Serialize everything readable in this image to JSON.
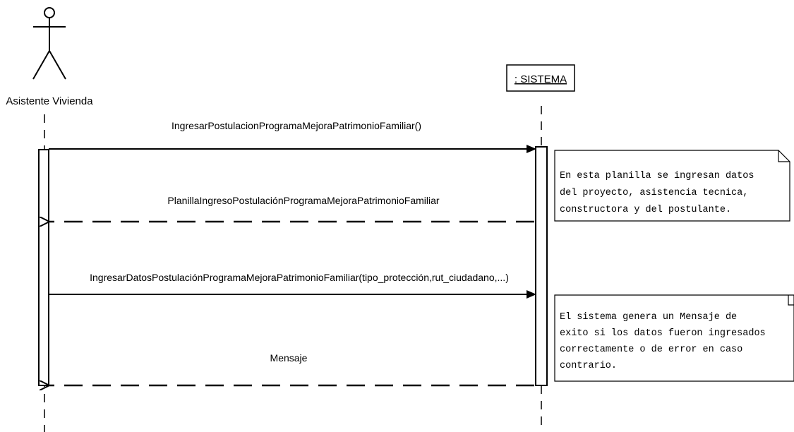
{
  "actor": {
    "name": "Asistente Vivienda",
    "icon": "stick-figure-icon"
  },
  "object": {
    "name": ": SISTEMA"
  },
  "messages": [
    {
      "label": "IngresarPostulacionProgramaMejoraPatrimonioFamiliar()",
      "kind": "synchronous-call",
      "direction": "actor-to-system"
    },
    {
      "label": "PlanillaIngresoPostulaciónProgramaMejoraPatrimonioFamiliar",
      "kind": "return",
      "direction": "system-to-actor"
    },
    {
      "label": "IngresarDatosPostulaciónProgramaMejoraPatrimonioFamiliar(tipo_protección,rut_ciudadano,...)",
      "kind": "synchronous-call",
      "direction": "actor-to-system"
    },
    {
      "label": "Mensaje",
      "kind": "return",
      "direction": "system-to-actor"
    }
  ],
  "notes": [
    {
      "lines": [
        "En esta planilla se ingresan datos",
        "del proyecto, asistencia tecnica,",
        "constructora y del postulante."
      ]
    },
    {
      "lines": [
        "El sistema genera un Mensaje de",
        "exito si los datos fueron ingresados",
        "correctamente o de error en caso",
        "contrario."
      ]
    }
  ]
}
